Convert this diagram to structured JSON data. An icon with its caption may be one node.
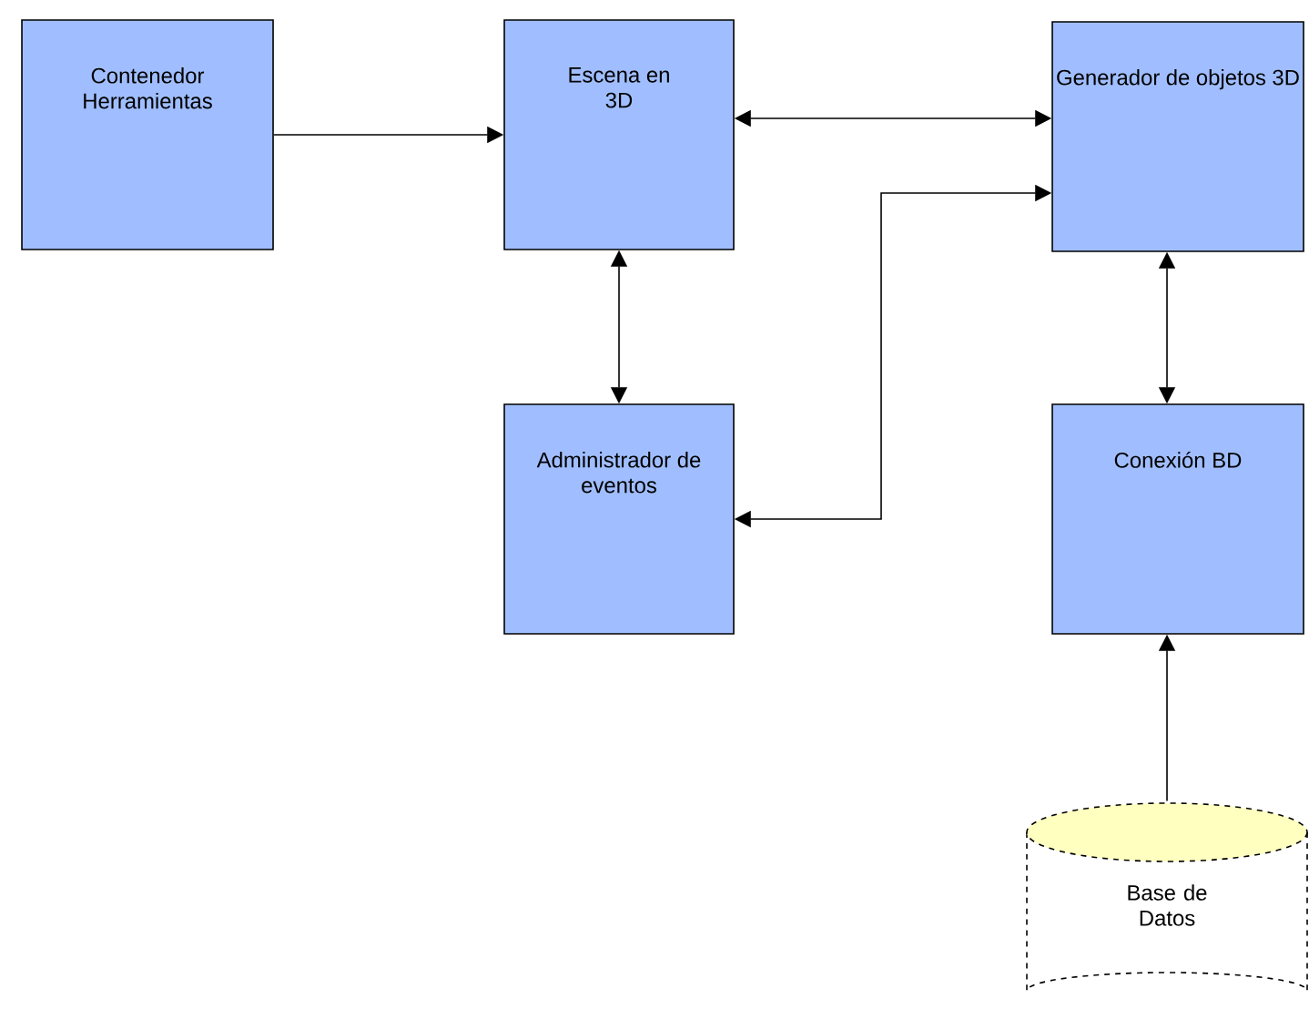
{
  "diagram": {
    "nodes": [
      {
        "text": [
          "Contenedor Herramientas"
        ]
      },
      {
        "text": [
          "Escena en 3D"
        ]
      },
      {
        "text": [
          "Generador de objetos 3D"
        ]
      },
      {
        "text": [
          "Administrador de eventos"
        ]
      },
      {
        "text": [
          "Conexión BD"
        ]
      },
      {
        "text": [
          "Base de Datos"
        ]
      }
    ],
    "edges": [
      {
        "from": 0,
        "to": 1,
        "arrow": "to"
      },
      {
        "from": 1,
        "to": 2,
        "arrow": "both"
      },
      {
        "from": 3,
        "to": 2,
        "arrow": "both"
      },
      {
        "from": 1,
        "to": 3,
        "arrow": "both"
      },
      {
        "from": 2,
        "to": 4,
        "arrow": "both"
      },
      {
        "from": 5,
        "to": 4,
        "arrow": "to"
      }
    ]
  }
}
